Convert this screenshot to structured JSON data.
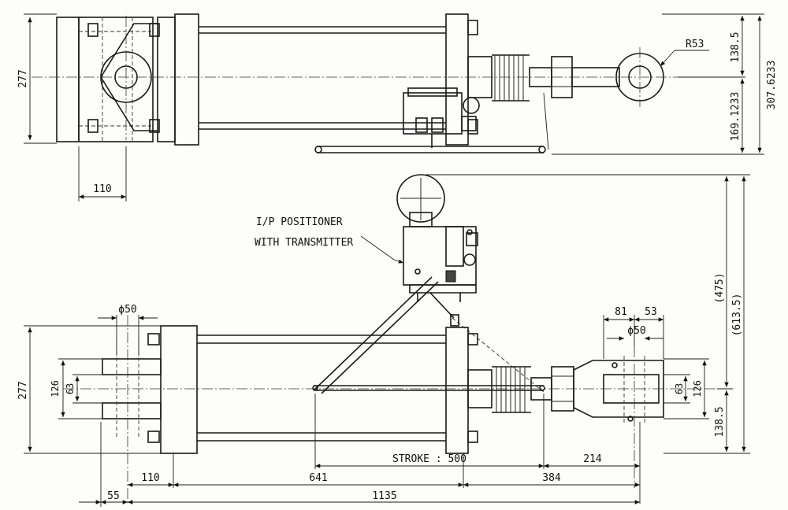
{
  "labels": {
    "positioner_line1": "I/P POSITIONER",
    "positioner_line2": "WITH TRANSMITTER",
    "radius": "R53",
    "stroke": "STROKE : 500"
  },
  "dims_top": {
    "height": "277",
    "bolt_offset": "110",
    "upper": "138.5",
    "lower": "169.1233",
    "total": "307.6233"
  },
  "dims_bottom": {
    "height": "277",
    "pin_outer": "126",
    "pin_inner": "63",
    "pin_dia_left": "ϕ50",
    "pin_dia_right": "ϕ50",
    "clevis_a": "81",
    "clevis_b": "53",
    "right_outer": "126",
    "right_inner": "63",
    "half_height": "138.5",
    "to_positioner": "(475)",
    "to_top": "(613.5)",
    "dim_110": "110",
    "dim_641": "641",
    "dim_384": "384",
    "dim_214": "214",
    "dim_55": "55",
    "dim_1135": "1135"
  }
}
